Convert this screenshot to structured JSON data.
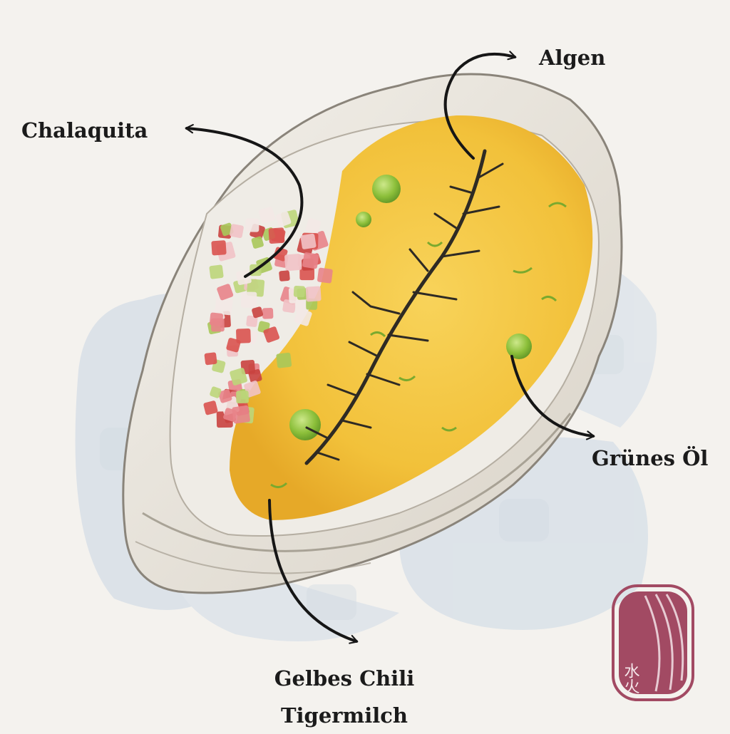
{
  "labels": {
    "algen": "Algen",
    "chalaquita": "Chalaquita",
    "gruenes_oel": "Grünes Öl",
    "tigermilch_line1": "Gelbes Chili",
    "tigermilch_line2": "Tigermilch"
  },
  "stamp": {
    "text": "水火",
    "color": "#a24a63"
  },
  "colors": {
    "paper": "#f4f2ee",
    "ice": "#c9d6e4",
    "shell": "#ebe7df",
    "shell_outline": "#8a847a",
    "cream": "#f5c93c",
    "oil": "#8cbf3a",
    "seaweed": "#2e2a24",
    "arrow": "#161616"
  }
}
